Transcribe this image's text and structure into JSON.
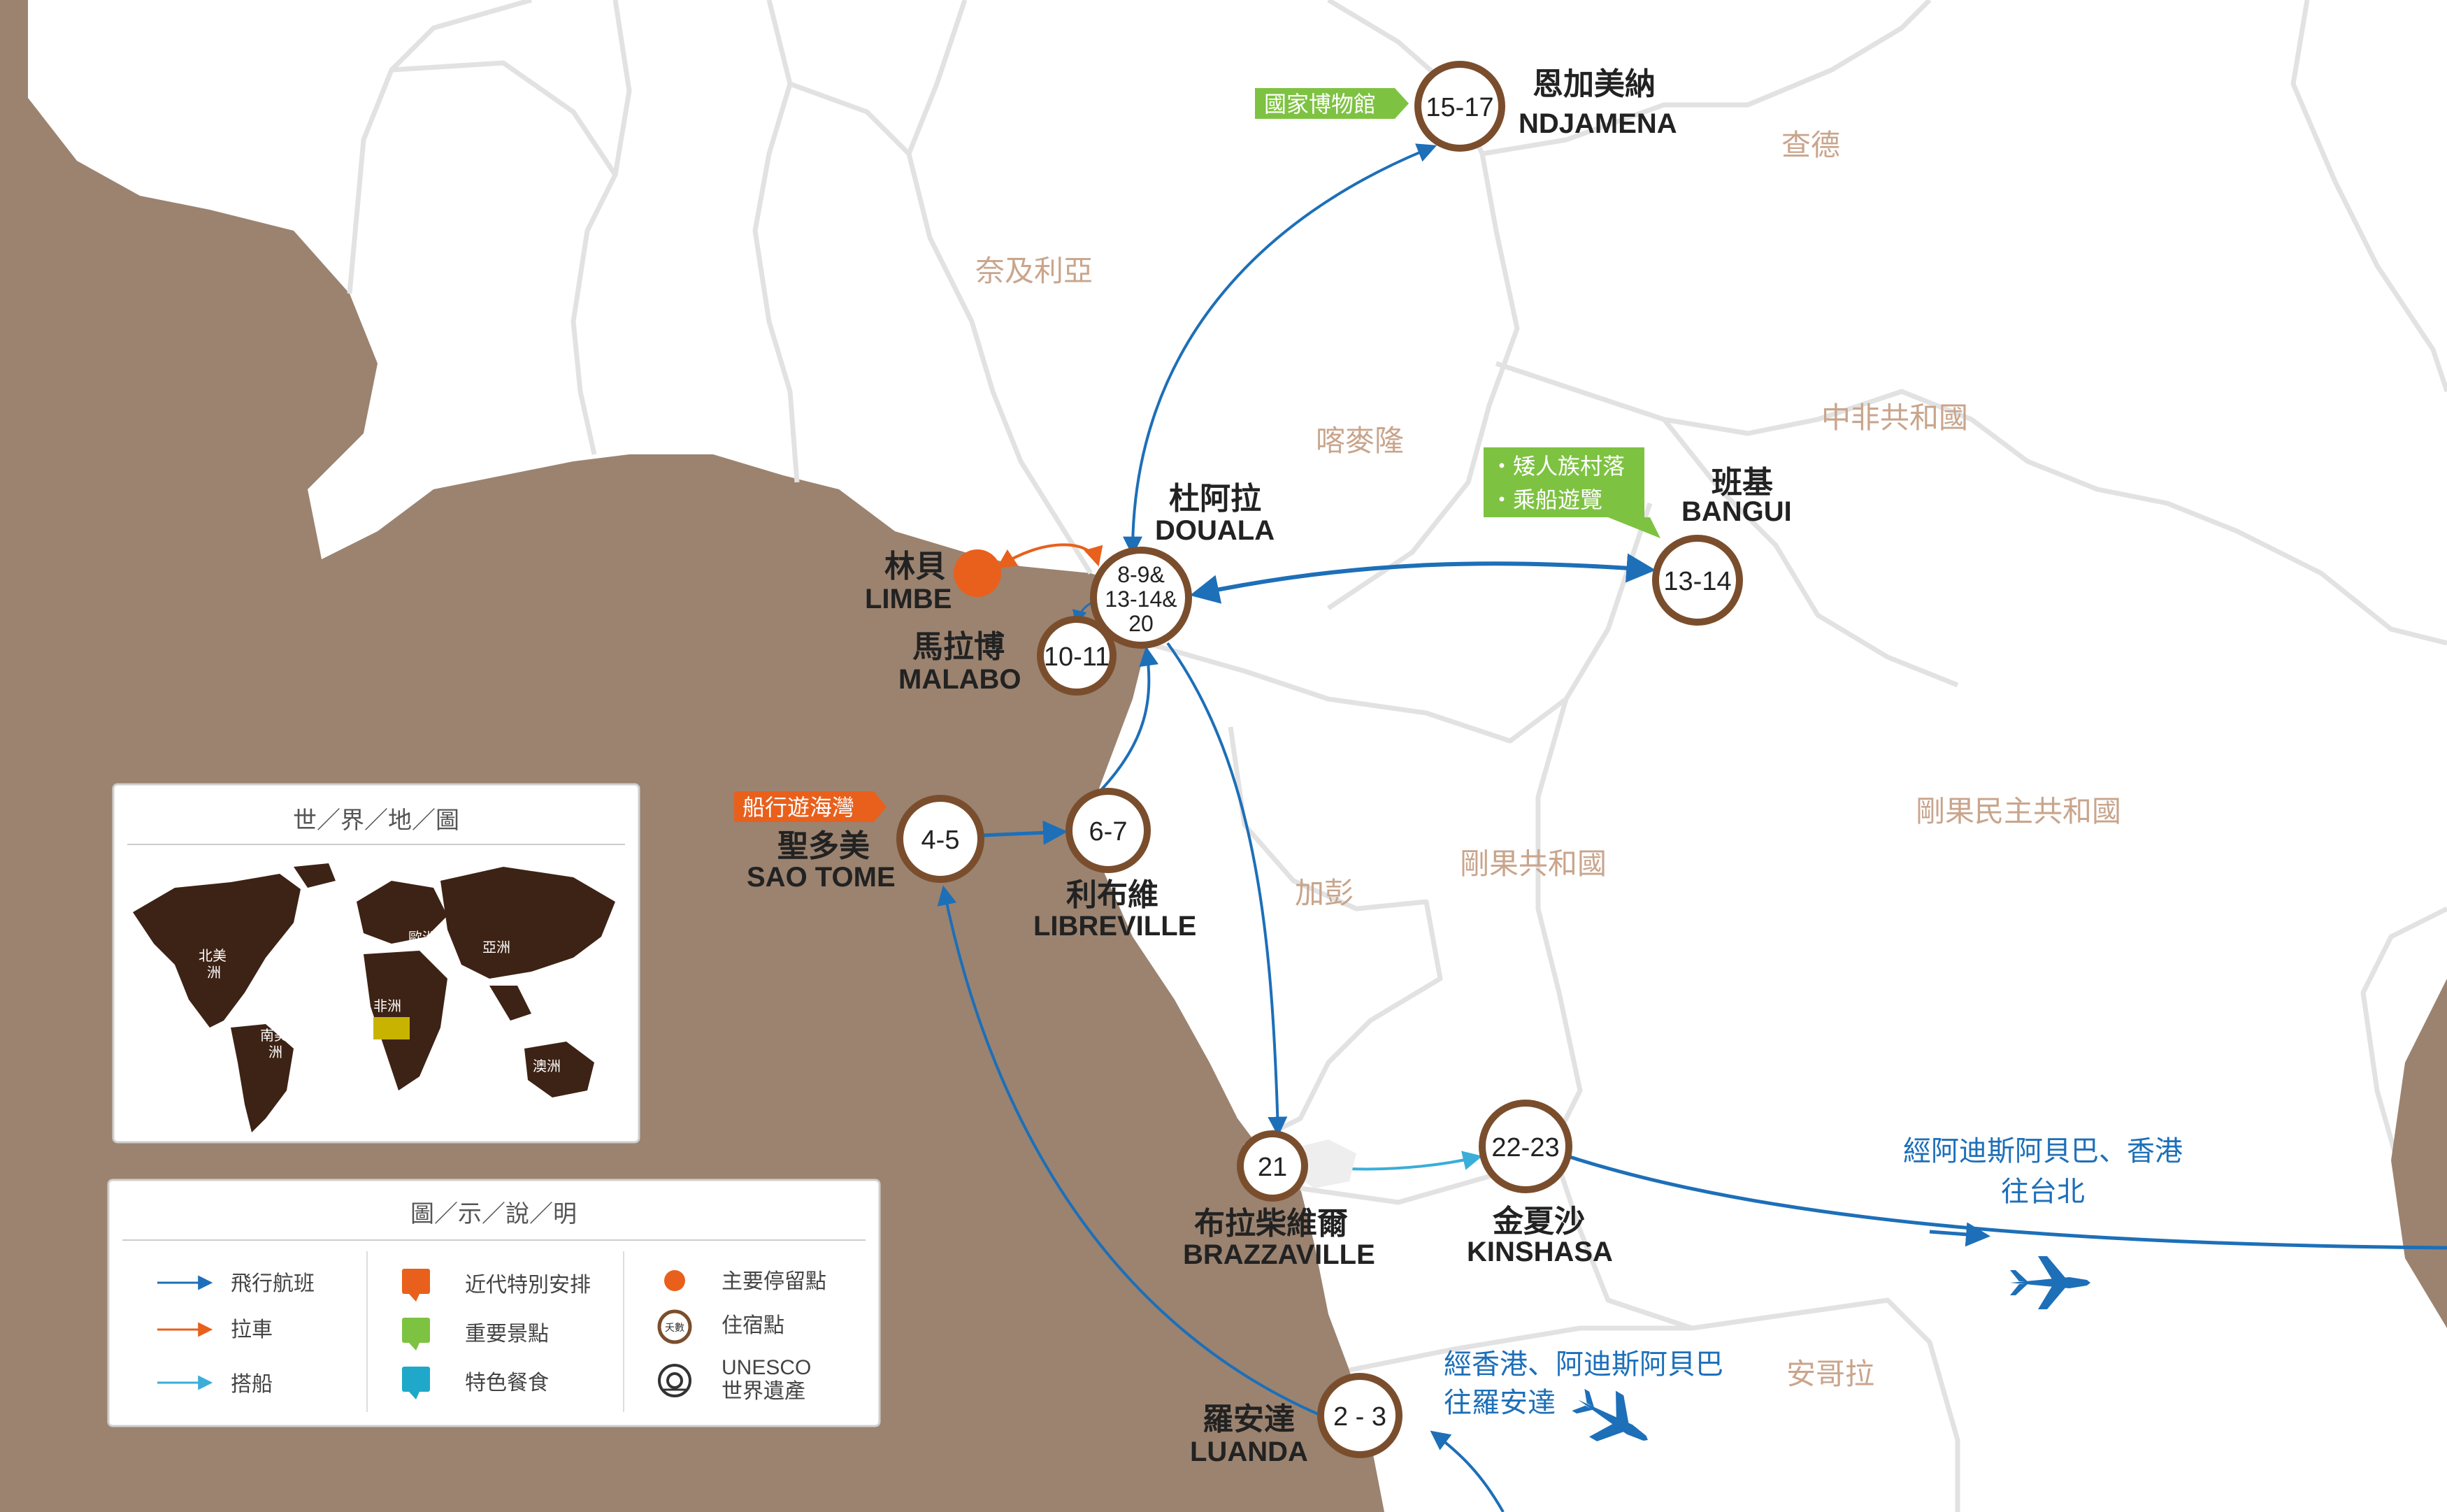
{
  "colors": {
    "land_ocean": "#9b8370",
    "border": "#e2e2e2",
    "country_label": "#c9a58c",
    "flight": "#1d6fb8",
    "drive": "#e8601c",
    "boat": "#3aaed8",
    "stop_ring": "#7a4e2d",
    "tag_orange": "#e8601c",
    "tag_green": "#7ec242",
    "tag_teal": "#1fa8c9",
    "inset_land": "#3d2315",
    "africa_marker": "#c8b400"
  },
  "countries": [
    {
      "name": "奈及利亞"
    },
    {
      "name": "查德"
    },
    {
      "name": "喀麥隆"
    },
    {
      "name": "中非共和國"
    },
    {
      "name": "加彭"
    },
    {
      "name": "剛果共和國"
    },
    {
      "name": "剛果民主共和國"
    },
    {
      "name": "安哥拉"
    }
  ],
  "cities": {
    "ndjamena": {
      "zh": "恩加美納",
      "en": "NDJAMENA",
      "days": "15-17"
    },
    "douala": {
      "zh": "杜阿拉",
      "en": "DOUALA",
      "days_l1": "8-9&",
      "days_l2": "13-14&",
      "days_l3": "20"
    },
    "limbe": {
      "zh": "林貝",
      "en": "LIMBE"
    },
    "malabo": {
      "zh": "馬拉博",
      "en": "MALABO",
      "days": "10-11"
    },
    "bangui": {
      "zh": "班基",
      "en": "BANGUI",
      "days": "13-14"
    },
    "saotome": {
      "zh": "聖多美",
      "en": "SAO TOME",
      "days": "4-5"
    },
    "libreville": {
      "zh": "利布維",
      "en": "LIBREVILLE",
      "days": "6-7"
    },
    "brazzaville": {
      "zh": "布拉柴維爾",
      "en": "BRAZZAVILLE",
      "days": "21"
    },
    "kinshasa": {
      "zh": "金夏沙",
      "en": "KINSHASA",
      "days": "22-23"
    },
    "luanda": {
      "zh": "羅安達",
      "en": "LUANDA",
      "days": "2 - 3"
    }
  },
  "tags": {
    "museum": "國家博物館",
    "pygmy": "・矮人族村落",
    "boat_tour": "・乘船遊覽",
    "bay_cruise": "船行遊海灣"
  },
  "route_notes": {
    "out_l1": "經阿迪斯阿貝巴、香港",
    "out_l2": "往台北",
    "in_l1": "經香港、阿迪斯阿貝巴",
    "in_l2": "往羅安達"
  },
  "inset": {
    "title": "世／界／地／圖",
    "continents": {
      "na_l1": "北美",
      "na_l2": "洲",
      "europe": "歐洲",
      "asia": "亞洲",
      "africa": "非洲",
      "sa_l1": "南美",
      "sa_l2": "洲",
      "oceania": "澳洲"
    }
  },
  "legend": {
    "title": "圖／示／說／明",
    "flight": "飛行航班",
    "drive": "拉車",
    "boat": "搭船",
    "special": "近代特別安排",
    "sight": "重要景點",
    "food": "特色餐食",
    "main_stop": "主要停留點",
    "lodging": "住宿點",
    "lodging_icon_text": "夭數",
    "unesco_l1": "UNESCO",
    "unesco_l2": "世界遺產"
  }
}
